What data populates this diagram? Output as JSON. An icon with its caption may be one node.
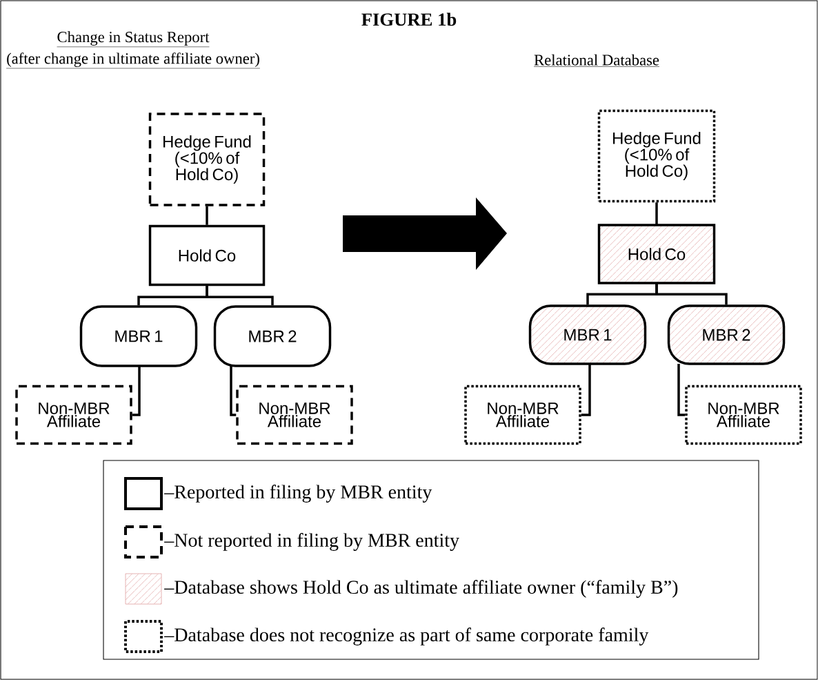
{
  "diagram": {
    "title": "FIGURE 1b",
    "nodes": [
      {
        "text": [
          "Hedge Fund (<10% of Hold Co)"
        ]
      },
      {
        "text": [
          "Hold Co"
        ]
      },
      {
        "text": [
          "MBR 1"
        ]
      },
      {
        "text": [
          "MBR 2"
        ]
      },
      {
        "text": [
          "Non-MBR Affiliate"
        ]
      },
      {
        "text": [
          "Non-MBR Affiliate"
        ]
      },
      {
        "text": [
          "Hedge Fund (<10% of Hold Co)"
        ]
      },
      {
        "text": [
          "Hold Co"
        ]
      },
      {
        "text": [
          "MBR 1"
        ]
      },
      {
        "text": [
          "MBR 2"
        ]
      },
      {
        "text": [
          "Non-MBR Affiliate"
        ]
      },
      {
        "text": [
          "Non-MBR Affiliate"
        ]
      }
    ],
    "edges": [
      {
        "from": 0,
        "to": 1,
        "arrow": "none"
      },
      {
        "from": 1,
        "to": 2,
        "arrow": "none"
      },
      {
        "from": 1,
        "to": 3,
        "arrow": "none"
      },
      {
        "from": 2,
        "to": 4,
        "arrow": "none"
      },
      {
        "from": 3,
        "to": 5,
        "arrow": "none"
      },
      {
        "from": 6,
        "to": 7,
        "arrow": "none"
      },
      {
        "from": 7,
        "to": 8,
        "arrow": "none"
      },
      {
        "from": 7,
        "to": 9,
        "arrow": "none"
      },
      {
        "from": 8,
        "to": 10,
        "arrow": "none"
      },
      {
        "from": 9,
        "to": 11,
        "arrow": "none"
      }
    ],
    "labels": [
      "Change in Status Report",
      "(after change in ultimate affiliate owner)",
      "Relational Database"
    ],
    "legend": [
      {
        "text": "–Reported in filing by MBR entity"
      },
      {
        "text": "–Not reported in filing by MBR entity"
      },
      {
        "text": "–Database shows Hold Co as ultimate affiliate owner (“family B”)"
      },
      {
        "text": "–Database does not recognize as part of same corporate family"
      }
    ]
  }
}
